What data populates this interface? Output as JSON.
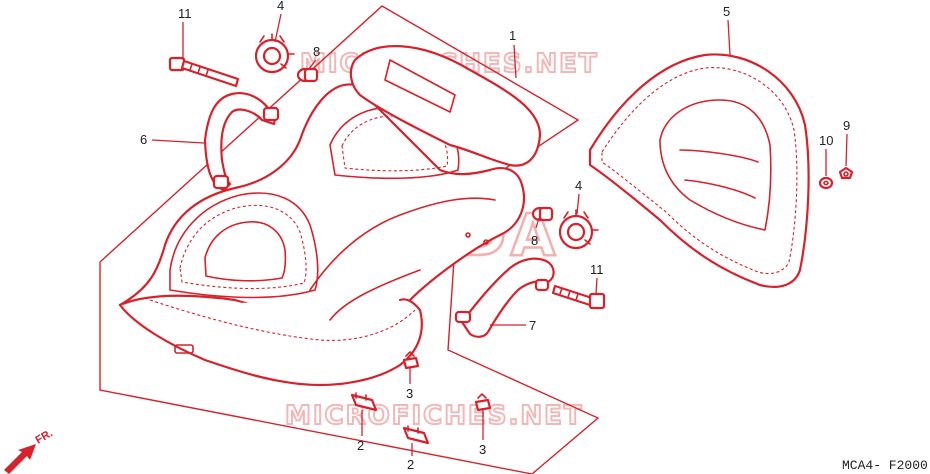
{
  "diagram": {
    "watermark_top": "MICROFICHES.NET",
    "watermark_bottom": "MICROFICHES.NET",
    "watermark_center": "HONDA",
    "code": "MCA4- F2000",
    "fr_label": "FR.",
    "accent_color": "#d8212b",
    "callouts": {
      "c1": "1",
      "c2a": "2",
      "c2b": "2",
      "c3a": "3",
      "c3b": "3",
      "c4a": "4",
      "c4b": "4",
      "c5": "5",
      "c6": "6",
      "c7": "7",
      "c8a": "8",
      "c8b": "8",
      "c9": "9",
      "c10": "10",
      "c11a": "11",
      "c11b": "11"
    }
  }
}
